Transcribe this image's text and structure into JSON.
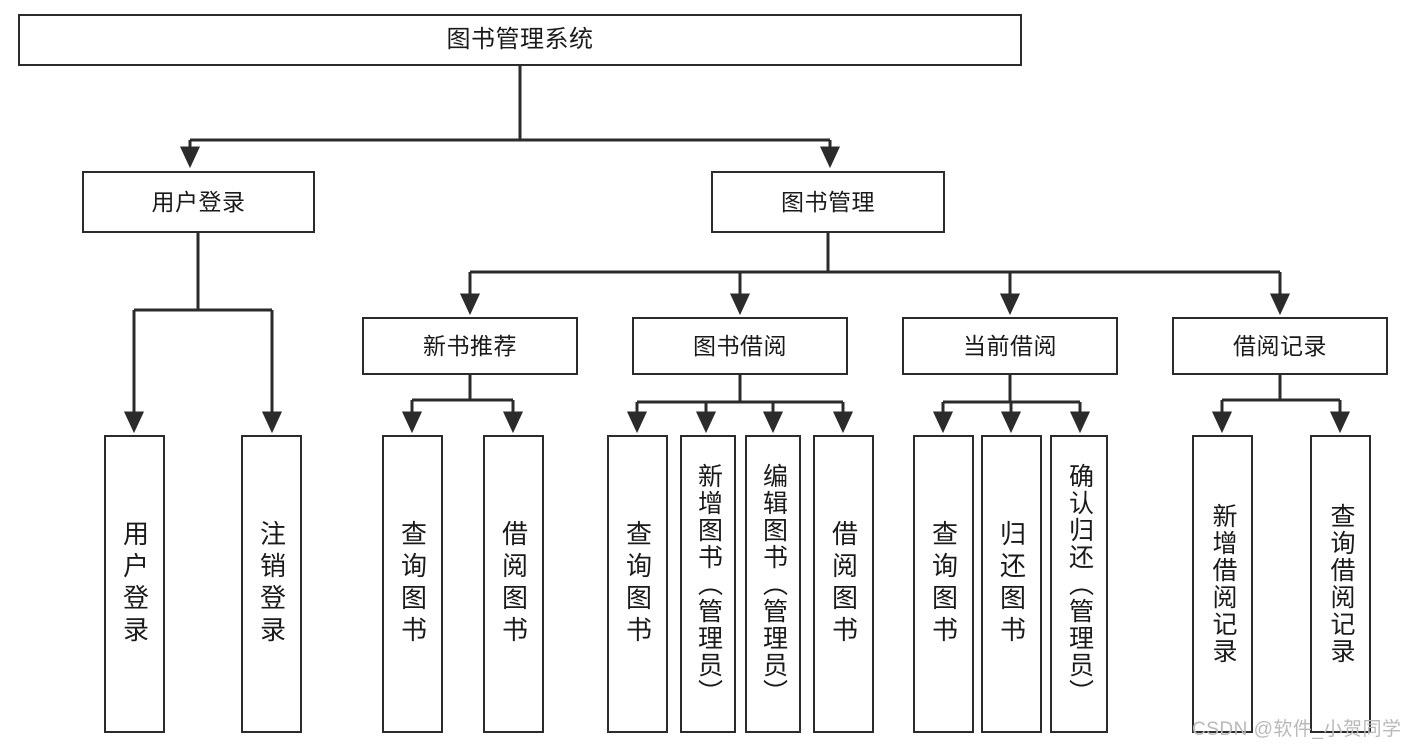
{
  "diagram": {
    "title": "图书管理系统",
    "type": "tree-hierarchy-chart",
    "stroke_color": "#2b2b2b",
    "fill_color": "#ffffff",
    "text_color": "#1a1a1a"
  },
  "watermark": {
    "text": "CSDN @软件_小贺同学",
    "color": "#b9b9b9"
  },
  "nodes": {
    "root": {
      "label": "图书管理系统"
    },
    "level2": [
      {
        "label": "用户登录"
      },
      {
        "label": "图书管理"
      }
    ],
    "level3": [
      {
        "label": "新书推荐"
      },
      {
        "label": "图书借阅"
      },
      {
        "label": "当前借阅"
      },
      {
        "label": "借阅记录"
      }
    ],
    "leaves": {
      "user_login": [
        {
          "label": "用户登录"
        },
        {
          "label": "注销登录"
        }
      ],
      "new_book_recommend": [
        {
          "label": "查询图书"
        },
        {
          "label": "借阅图书"
        }
      ],
      "book_borrow": [
        {
          "label": "查询图书"
        },
        {
          "label": "新增图书（管理员）"
        },
        {
          "label": "编辑图书（管理员）"
        },
        {
          "label": "借阅图书"
        }
      ],
      "current_borrow": [
        {
          "label": "查询图书"
        },
        {
          "label": "归还图书"
        },
        {
          "label": "确认归还（管理员）"
        }
      ],
      "borrow_record": [
        {
          "label": "新增借阅记录"
        },
        {
          "label": "查询借阅记录"
        }
      ]
    }
  }
}
